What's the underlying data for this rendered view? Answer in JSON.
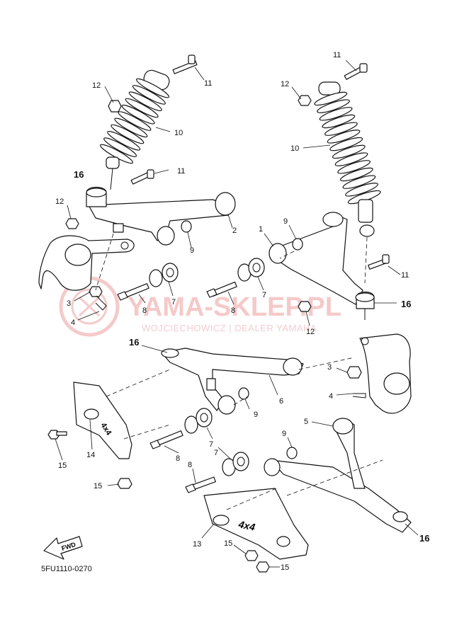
{
  "diagram": {
    "code": "5FU1110-0270",
    "fwd_label": "FWD",
    "decal_text": "4x4"
  },
  "watermark": {
    "title": "YAMA-SKLEP.PL",
    "subtitle": "WOJCIECHOWICZ | DEALER YAMAHA",
    "color": "#e88a8a"
  },
  "callouts": {
    "c_11a": "11",
    "c_12a": "12",
    "c_10a": "10",
    "c_16a": "16",
    "c_11b": "11",
    "c_12b": "12",
    "c_2": "2",
    "c_9a": "9",
    "c_3a": "3",
    "c_4a": "4",
    "c_8a": "8",
    "c_7a": "7",
    "c_11c": "11",
    "c_12c": "12",
    "c_10b": "10",
    "c_1": "1",
    "c_9b": "9",
    "c_11d": "11",
    "c_8b": "8",
    "c_7b": "7",
    "c_16b": "16",
    "c_12d": "12",
    "c_16c": "16",
    "c_6": "6",
    "c_9c": "9",
    "c_3b": "3",
    "c_4b": "4",
    "c_14": "14",
    "c_15a": "15",
    "c_8c": "8",
    "c_7c": "7",
    "c_7d": "7",
    "c_15b": "15",
    "c_5": "5",
    "c_9d": "9",
    "c_8d": "8",
    "c_13": "13",
    "c_15c": "15",
    "c_15d": "15",
    "c_16d": "16"
  }
}
